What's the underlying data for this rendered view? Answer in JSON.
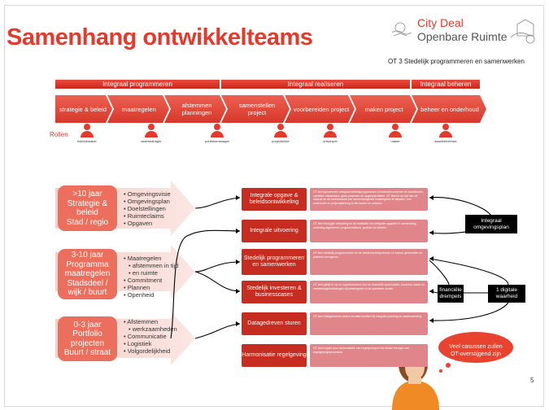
{
  "title": "Samenhang ontwikkelteams",
  "logo": {
    "line1": "City Deal",
    "line2": "Openbare Ruimte"
  },
  "subtitle": "OT 3 Stedelijk programmeren en samenwerken",
  "phases": [
    "Integraal programmeren",
    "Integraal realiseren",
    "Integraal beheren"
  ],
  "steps": [
    "strategie & beleid",
    "maatregelen",
    "afstemmen planningen",
    "samenstellen project",
    "voorbereiden project",
    "maken project",
    "beheer en onderhoud"
  ],
  "rollen_label": "Rollen",
  "roles": [
    "beleidsmaker",
    "assetmanager",
    "portfoliomanager",
    "projectleider",
    "ontwerper",
    "maker",
    "assetbeheerder"
  ],
  "left_levels": [
    {
      "lines": [
        ">10 jaar",
        "Strategie &",
        "beleid",
        "Stad / regio"
      ],
      "items": [
        "Omgevingsvisie",
        "Omgevingsplan",
        "Doelstellingen",
        "Ruimteclaims",
        "Opgaven"
      ]
    },
    {
      "lines": [
        "3-10 jaar",
        "Programma",
        "maatregelen",
        "Stadsdeel /",
        "wijk / buurt"
      ],
      "items": [
        "Maatregelen",
        "afstemmen in tijd",
        "en ruimte",
        "Commitment",
        "Plannen",
        "Openheid"
      ]
    },
    {
      "lines": [
        "0-3 jaar",
        "Portfolio",
        "projecten",
        "Buurt / straat"
      ],
      "items": [
        "Afstemmen",
        "werkzaamheden",
        "Communicatie",
        "Logistiek",
        "Volgordelijkheid"
      ]
    }
  ],
  "teams": [
    {
      "name": "Integrale opgave & beleidsontwikkeling",
      "desc": "OT leert gemeenten integraal beleidsprogramma's en koersdocumenten te ontwikkelen, opstellen stadsvisies, grote projecten en opgaveprofielen. OT leert in de tijd aan de waarde en de meerwaarde van samenhangende maatregelen te bepalen, met onderzoek en projectplanning in één kader en ontwerp."
    },
    {
      "name": "Integrale uitvoering",
      "desc": "OT leert beoogde uitvoering en de realisatie van integrale opgaven in samenhang, onderling afgestemd: programmatisch, portfolio en beheer."
    },
    {
      "name": "Stedelijk programmeren en samenwerken",
      "desc": "OT leert stedelijk programmeren en de samenwerking binnen en tussen gemeenten en partners vormgeven."
    },
    {
      "name": "Stedelijk investeren & businesscases",
      "desc": "OT leert gelijk in op en experimenteert met de financiële systematiek, business cases en investeringsbeslissingen bij maatregelen in de openbare ruimte."
    },
    {
      "name": "Datagedreven sturen",
      "desc": "OT leert datagedreven sturen en data inzetten bij integrale planning en samenwerking."
    },
    {
      "name": "Harmonisatie regelgeving",
      "desc": "OT leert regels voor harmonisatie van regelgeving en tot elkaar brengen van regelgevingsprocessen."
    }
  ],
  "black_boxes": [
    "Integraal omgevingsplan",
    "financiële drempels",
    "1 digitale waarheid"
  ],
  "bubble": "Veel casussen zullen OT-overstijgend zijn",
  "page_number": "5",
  "colors": {
    "accent": "#e43a2c",
    "team_red": "#c62c1f",
    "team_pink": "#e0868a",
    "left_box": "#ec6f5d"
  }
}
